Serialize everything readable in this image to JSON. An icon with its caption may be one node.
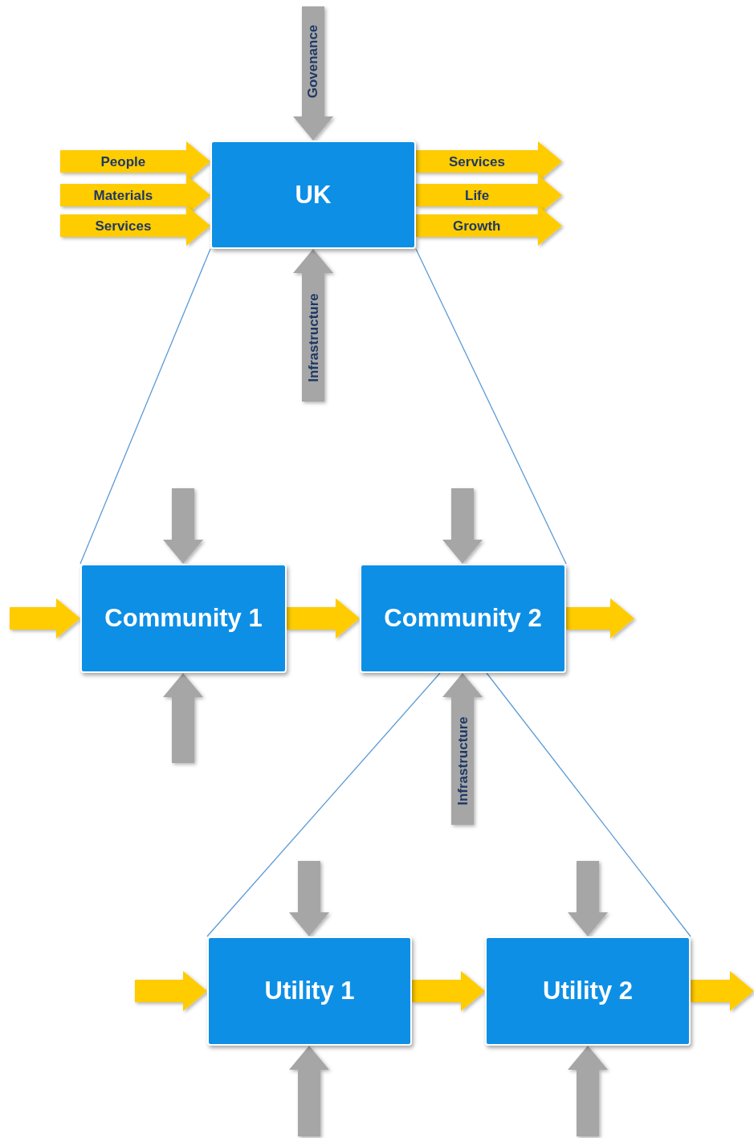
{
  "diagram": {
    "nodes": [
      {
        "text": [
          "UK"
        ]
      },
      {
        "text": [
          "Community 1"
        ]
      },
      {
        "text": [
          "Community 2"
        ]
      },
      {
        "text": [
          "Utility 1"
        ]
      },
      {
        "text": [
          "Utility 2"
        ]
      }
    ],
    "edges": [
      {
        "from": null,
        "to": 0,
        "arrow": "to",
        "label": "People"
      },
      {
        "from": null,
        "to": 0,
        "arrow": "to",
        "label": "Materials"
      },
      {
        "from": null,
        "to": 0,
        "arrow": "to",
        "label": "Services"
      },
      {
        "from": 0,
        "to": null,
        "arrow": "to",
        "label": "Services"
      },
      {
        "from": 0,
        "to": null,
        "arrow": "to",
        "label": "Life"
      },
      {
        "from": 0,
        "to": null,
        "arrow": "to",
        "label": "Growth"
      },
      {
        "from": null,
        "to": 0,
        "arrow": "to",
        "label": "Govenance",
        "color": "#a6a6a6"
      },
      {
        "from": null,
        "to": 0,
        "arrow": "to",
        "label": "Infrastructure",
        "color": "#a6a6a6"
      },
      {
        "from": 0,
        "to": 1,
        "arrow": "none",
        "color": "#5b9bd5"
      },
      {
        "from": 0,
        "to": 2,
        "arrow": "none",
        "color": "#5b9bd5"
      },
      {
        "from": null,
        "to": 1,
        "arrow": "to"
      },
      {
        "from": 1,
        "to": 2,
        "arrow": "to"
      },
      {
        "from": 2,
        "to": null,
        "arrow": "to"
      },
      {
        "from": null,
        "to": 1,
        "arrow": "to",
        "color": "#a6a6a6"
      },
      {
        "from": null,
        "to": 1,
        "arrow": "to",
        "color": "#a6a6a6"
      },
      {
        "from": null,
        "to": 2,
        "arrow": "to",
        "color": "#a6a6a6"
      },
      {
        "from": null,
        "to": 2,
        "arrow": "to",
        "label": "Infrastructure",
        "color": "#a6a6a6"
      },
      {
        "from": 2,
        "to": 3,
        "arrow": "none",
        "color": "#5b9bd5"
      },
      {
        "from": 2,
        "to": 4,
        "arrow": "none",
        "color": "#5b9bd5"
      },
      {
        "from": null,
        "to": 3,
        "arrow": "to"
      },
      {
        "from": 3,
        "to": 4,
        "arrow": "to"
      },
      {
        "from": 4,
        "to": null,
        "arrow": "to"
      },
      {
        "from": null,
        "to": 3,
        "arrow": "to",
        "color": "#a6a6a6"
      },
      {
        "from": null,
        "to": 3,
        "arrow": "to",
        "color": "#a6a6a6"
      },
      {
        "from": null,
        "to": 4,
        "arrow": "to",
        "color": "#a6a6a6"
      },
      {
        "from": null,
        "to": 4,
        "arrow": "to",
        "color": "#a6a6a6"
      }
    ]
  }
}
